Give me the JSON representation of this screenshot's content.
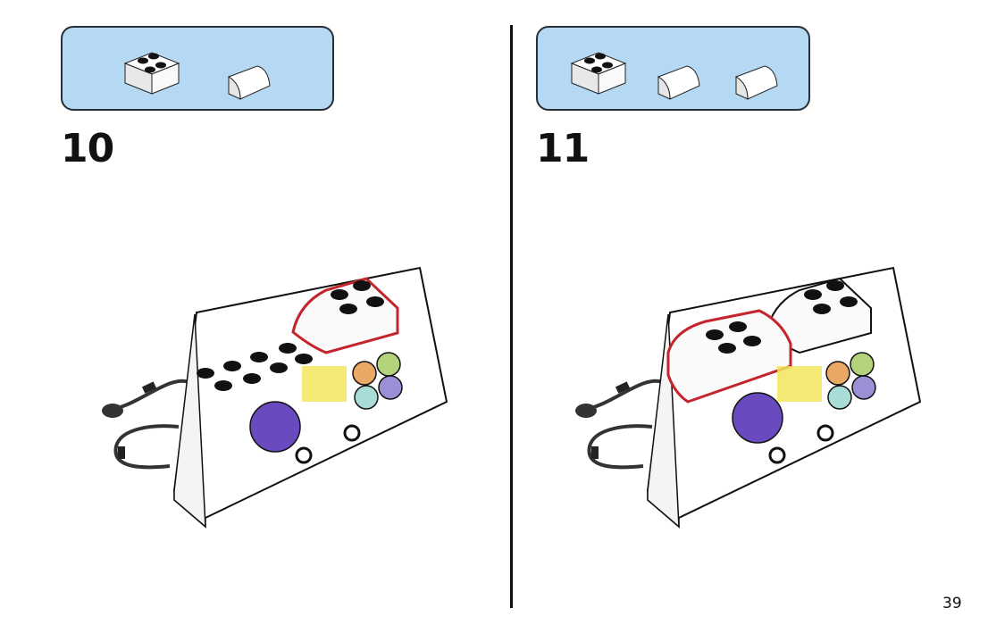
{
  "page": {
    "number": "39"
  },
  "colors": {
    "panel_bg": "#b5d8f3",
    "highlight_outline": "#c4252c",
    "purple_part": "#6a4bbf",
    "yellow_part": "#f2e55c",
    "orange_part": "#e9a865",
    "green_part": "#b3d47a",
    "cyan_part": "#a9dcd6",
    "lavender_part": "#9b8fd6"
  },
  "steps": [
    {
      "number": "10",
      "parts": [
        {
          "name": "brick-2x2-white",
          "qty_shown": 1
        },
        {
          "name": "curved-slope-white",
          "qty_shown": 1
        }
      ],
      "highlight": "right-top-curved-section"
    },
    {
      "number": "11",
      "parts": [
        {
          "name": "brick-2x2-white",
          "qty_shown": 1
        },
        {
          "name": "curved-slope-white",
          "qty_shown": 2
        }
      ],
      "highlight": "left-top-curved-section"
    }
  ]
}
